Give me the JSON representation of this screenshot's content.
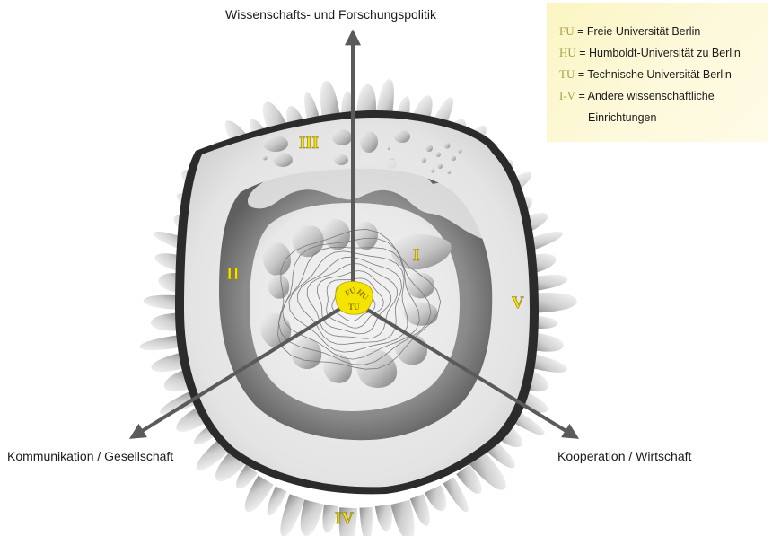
{
  "axes": {
    "top": "Wissenschafts- und Forschungspolitik",
    "left": "Kommunikation / Gesellschaft",
    "right": "Kooperation / Wirtschaft"
  },
  "legend": {
    "items": [
      {
        "abbr": "FU",
        "eq": " = ",
        "text": "Freie Universität Berlin"
      },
      {
        "abbr": "HU",
        "eq": " = ",
        "text": "Humboldt-Universität zu Berlin"
      },
      {
        "abbr": "TU",
        "eq": " = ",
        "text": "Technische Universität Berlin"
      },
      {
        "abbr": "I-V",
        "eq": " = ",
        "text": "Andere wissenschaftliche"
      }
    ],
    "continuation": "Einrichtungen"
  },
  "rings": {
    "I": "I",
    "II": "II",
    "III": "III",
    "IV": "IV",
    "V": "V"
  },
  "core": {
    "fu": "FU",
    "hu": "HU",
    "tu": "TU"
  },
  "colors": {
    "label_gold": "#f2e200",
    "label_stroke": "#8c7a12",
    "core_yellow": "#f5e400",
    "arrow": "#5a5a5a",
    "outer_rim": "#2b2b2b"
  }
}
